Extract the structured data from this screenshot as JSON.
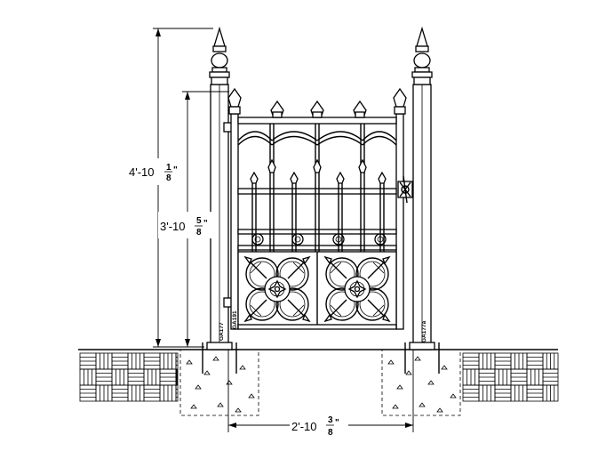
{
  "dimensions": {
    "overall_height": {
      "whole": "4'-10",
      "num": "1",
      "den": "8",
      "unit": "\""
    },
    "gate_height": {
      "whole": "3'-10",
      "num": "5",
      "den": "8",
      "unit": "\""
    },
    "gate_width": {
      "whole": "2'-10",
      "num": "3",
      "den": "8",
      "unit": "\""
    }
  },
  "part_tags": {
    "left_post": "GA177",
    "gate_stile": "GA191",
    "right_post": "GA177a"
  },
  "colors": {
    "ink": "#000000",
    "background": "#ffffff"
  }
}
